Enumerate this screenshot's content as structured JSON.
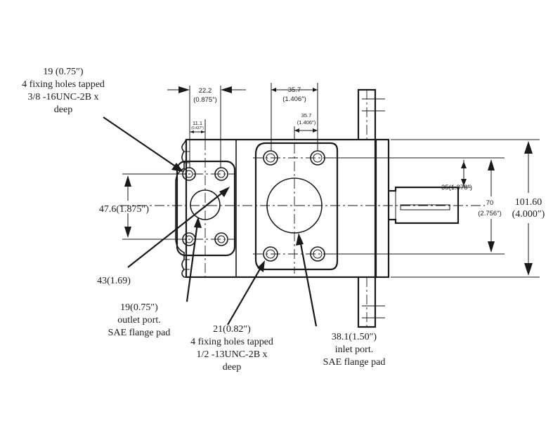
{
  "labels": {
    "outlet_holes": [
      "19 (0.75″)",
      "4 fixing holes tapped",
      "3/8 -16UNC-2B x",
      "deep"
    ],
    "dim_22_2": [
      "22.2",
      "(0.875″)"
    ],
    "dim_11_1": [
      "11.1",
      "(0.437″)"
    ],
    "dim_35_7_top": [
      "35.7",
      "(1.406″)"
    ],
    "dim_35_7_mid": [
      "35.7",
      "(1.406″)"
    ],
    "dim_47_6": "47.6(1.875″)",
    "dim_35_shaft": "35(1.378″)",
    "dim_70": [
      "70",
      "(2.756″)"
    ],
    "dim_101_6": [
      "101.60",
      "(4.000″)"
    ],
    "dim_43": "43(1.69)",
    "outlet_port": [
      "19(0.75″)",
      "outlet port.",
      "SAE flange pad"
    ],
    "inlet_holes": [
      "21(0.82″)",
      "4 fixing holes tapped",
      "1/2 -13UNC-2B x",
      "deep"
    ],
    "inlet_port": [
      "38.1(1.50″)",
      "inlet port.",
      "SAE flange pad"
    ]
  }
}
